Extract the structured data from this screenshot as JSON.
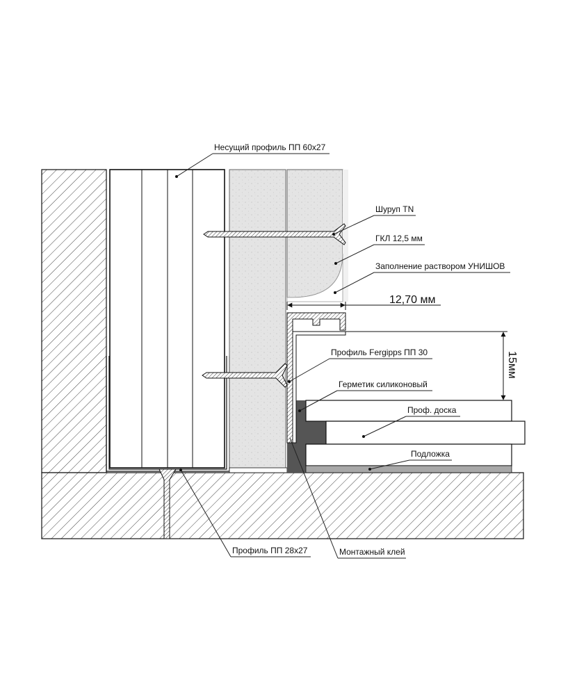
{
  "labels": {
    "bearing_profile": "Несущий профиль ПП 60х27",
    "screw": "Шуруп TN",
    "gkl": "ГКЛ 12,5 мм",
    "filling": "Заполнение раствором УНИШОВ",
    "profile_fergipps": "Профиль Fergipps ПП 30",
    "sealant": "Герметик силиконовый",
    "board": "Проф. доска",
    "underlay": "Подложка",
    "profile_28": "Профиль ПП 28х27",
    "glue": "Монтажный клей"
  },
  "dimensions": {
    "width": "12,70 мм",
    "height": "15мм"
  },
  "colors": {
    "line": "#111111",
    "gkl_fill": "#e3e3e3",
    "sealant_fill": "#555555",
    "underlay_fill": "#a8a8a8",
    "background": "#ffffff"
  }
}
